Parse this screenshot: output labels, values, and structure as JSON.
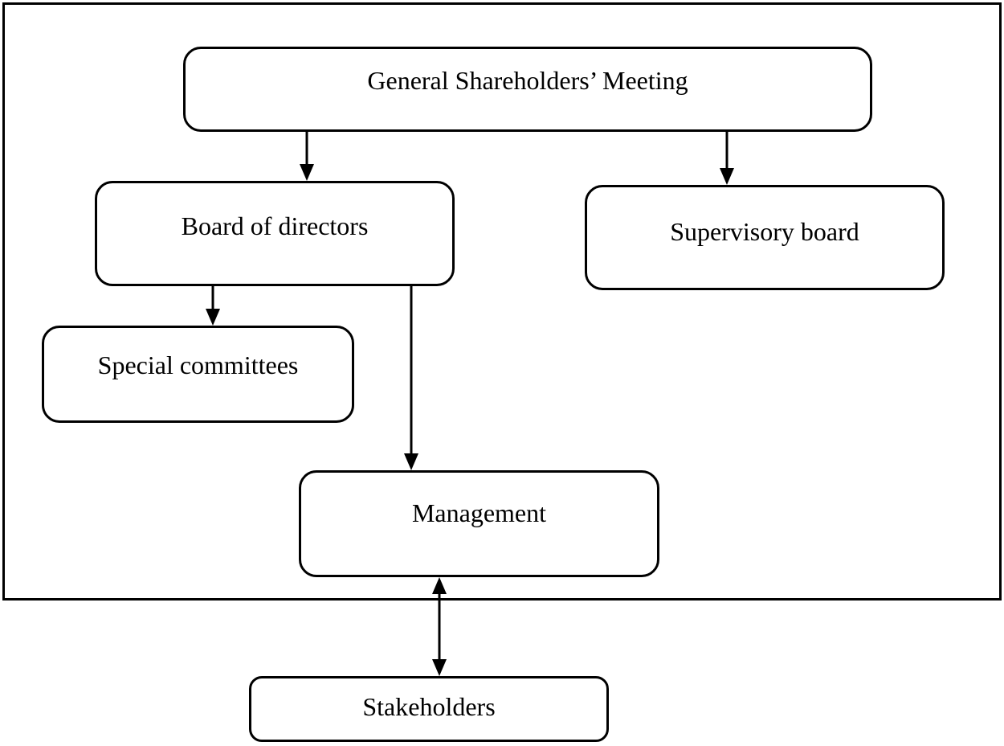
{
  "diagram": {
    "type": "org-chart",
    "nodes": {
      "gsm": {
        "label": "General Shareholders’ Meeting"
      },
      "board": {
        "label": "Board of directors"
      },
      "supervisory": {
        "label": "Supervisory board"
      },
      "special": {
        "label": "Special committees"
      },
      "management": {
        "label": "Management"
      },
      "stakeholders": {
        "label": "Stakeholders"
      }
    },
    "edges": [
      {
        "from": "gsm",
        "to": "board",
        "direction": "down"
      },
      {
        "from": "gsm",
        "to": "supervisory",
        "direction": "down"
      },
      {
        "from": "board",
        "to": "special",
        "direction": "down"
      },
      {
        "from": "board",
        "to": "management",
        "direction": "down"
      },
      {
        "from": "management",
        "to": "stakeholders",
        "direction": "both"
      }
    ],
    "notes": "Stakeholders node sits outside the outer boundary frame",
    "colors": {
      "line": "#000000",
      "box_border": "#000000",
      "box_fill": "#ffffff",
      "background": "#ffffff"
    }
  }
}
